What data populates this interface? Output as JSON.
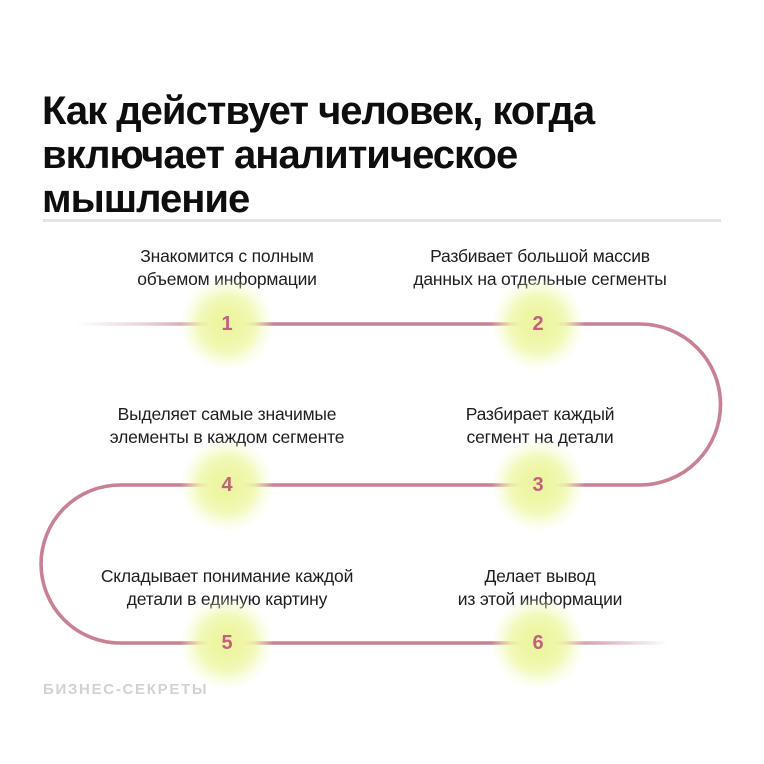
{
  "header": {
    "title": "Как действует человек, когда\nвключает аналитическое\nмышление"
  },
  "diagram": {
    "type": "snake-flow",
    "steps": [
      {
        "number": "1",
        "label": "Знакомится с полным\nобъемом информации"
      },
      {
        "number": "2",
        "label": "Разбивает большой массив\nданных на отдельные сегменты"
      },
      {
        "number": "3",
        "label": "Разбирает каждый\nсегмент на детали"
      },
      {
        "number": "4",
        "label": "Выделяет самые значимые\nэлементы в каждом сегменте"
      },
      {
        "number": "5",
        "label": "Складывает понимание каждой\nдетали в единую картину"
      },
      {
        "number": "6",
        "label": "Делает вывод\nиз этой информации"
      }
    ]
  },
  "footer": {
    "brand": "БИЗНЕС-СЕКРЕТЫ"
  },
  "colors": {
    "background": "#ffffff",
    "title_text": "#0e0e0e",
    "step_text": "#1e1e1e",
    "path_line": "#c78192",
    "step_number": "#c2607f",
    "node_glow": "#edf5a1",
    "divider": "#e4e4e4",
    "brand_text": "#d2d2cf"
  }
}
